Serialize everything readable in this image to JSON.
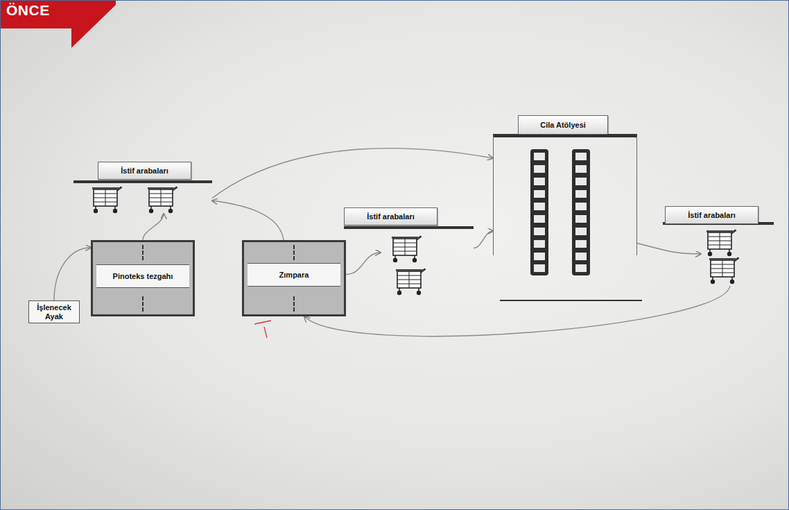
{
  "diagram": {
    "nodes": [
      {
        "text": [
          "İstif arabaları"
        ]
      },
      {
        "text": [
          "Pinoteks tezgahı"
        ]
      },
      {
        "text": [
          "İşlenecek Ayak"
        ]
      },
      {
        "text": [
          "Zımpara"
        ]
      },
      {
        "text": [
          "İstif arabaları"
        ]
      },
      {
        "text": [
          "Cila Atölyesi"
        ]
      },
      {
        "text": [
          "İstif arabaları"
        ]
      }
    ],
    "edges": [
      {
        "from": 2,
        "to": 1,
        "arrow": "to"
      },
      {
        "from": 1,
        "to": 0,
        "arrow": "to"
      },
      {
        "from": 0,
        "to": 5,
        "arrow": "to"
      },
      {
        "from": 3,
        "to": 0,
        "arrow": "to"
      },
      {
        "from": 3,
        "to": 4,
        "arrow": "to"
      },
      {
        "from": 4,
        "to": 5,
        "arrow": "to"
      },
      {
        "from": 5,
        "to": 6,
        "arrow": "to"
      },
      {
        "from": 6,
        "to": 3,
        "arrow": "to"
      }
    ],
    "labels": [
      "ÖNCE"
    ]
  }
}
